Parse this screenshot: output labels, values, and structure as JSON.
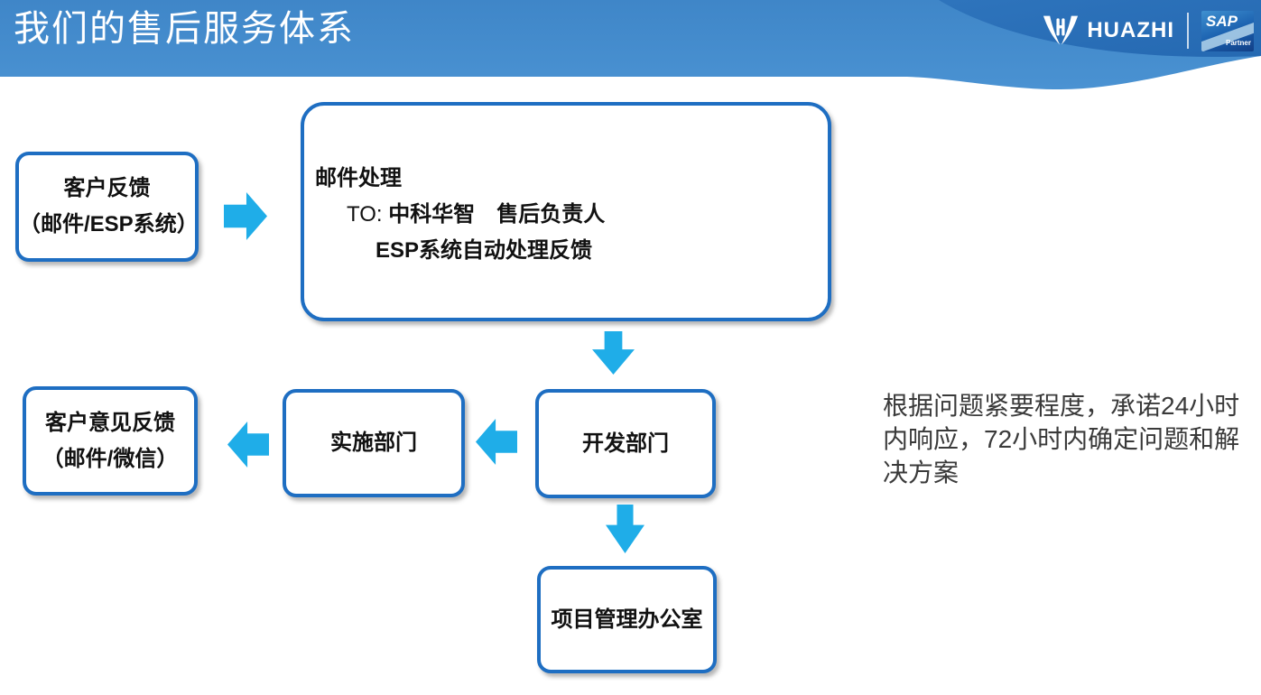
{
  "header": {
    "title": "我们的售后服务体系",
    "brand": {
      "name": "HUAZHI",
      "sap": "SAP",
      "sap_sub": "Partner"
    }
  },
  "flow": {
    "customer_feedback": {
      "line1": "客户反馈",
      "line2": "（邮件/ESP系统）"
    },
    "mail_processing": {
      "title": "邮件处理",
      "to_prefix": "TO:",
      "to_value": "中科华智　售后负责人",
      "line3": "ESP系统自动处理反馈"
    },
    "implementation": {
      "label": "实施部门"
    },
    "development": {
      "label": "开发部门"
    },
    "customer_opinion": {
      "line1": "客户意见反馈",
      "line2": "（邮件/微信）"
    },
    "pmo": {
      "label": "项目管理办公室"
    }
  },
  "note": {
    "text": "根据问题紧要程度，承诺24小时内响应，72小时内确定问题和解决方案"
  },
  "colors": {
    "header_blue": "#3f86c8",
    "header_blue_light": "#4a92d2",
    "header_dark": "#2569b2",
    "box_border": "#1e6ec2",
    "arrow_cyan": "#1fade8",
    "note_text": "#3a3a3a",
    "box_text": "#111111"
  }
}
